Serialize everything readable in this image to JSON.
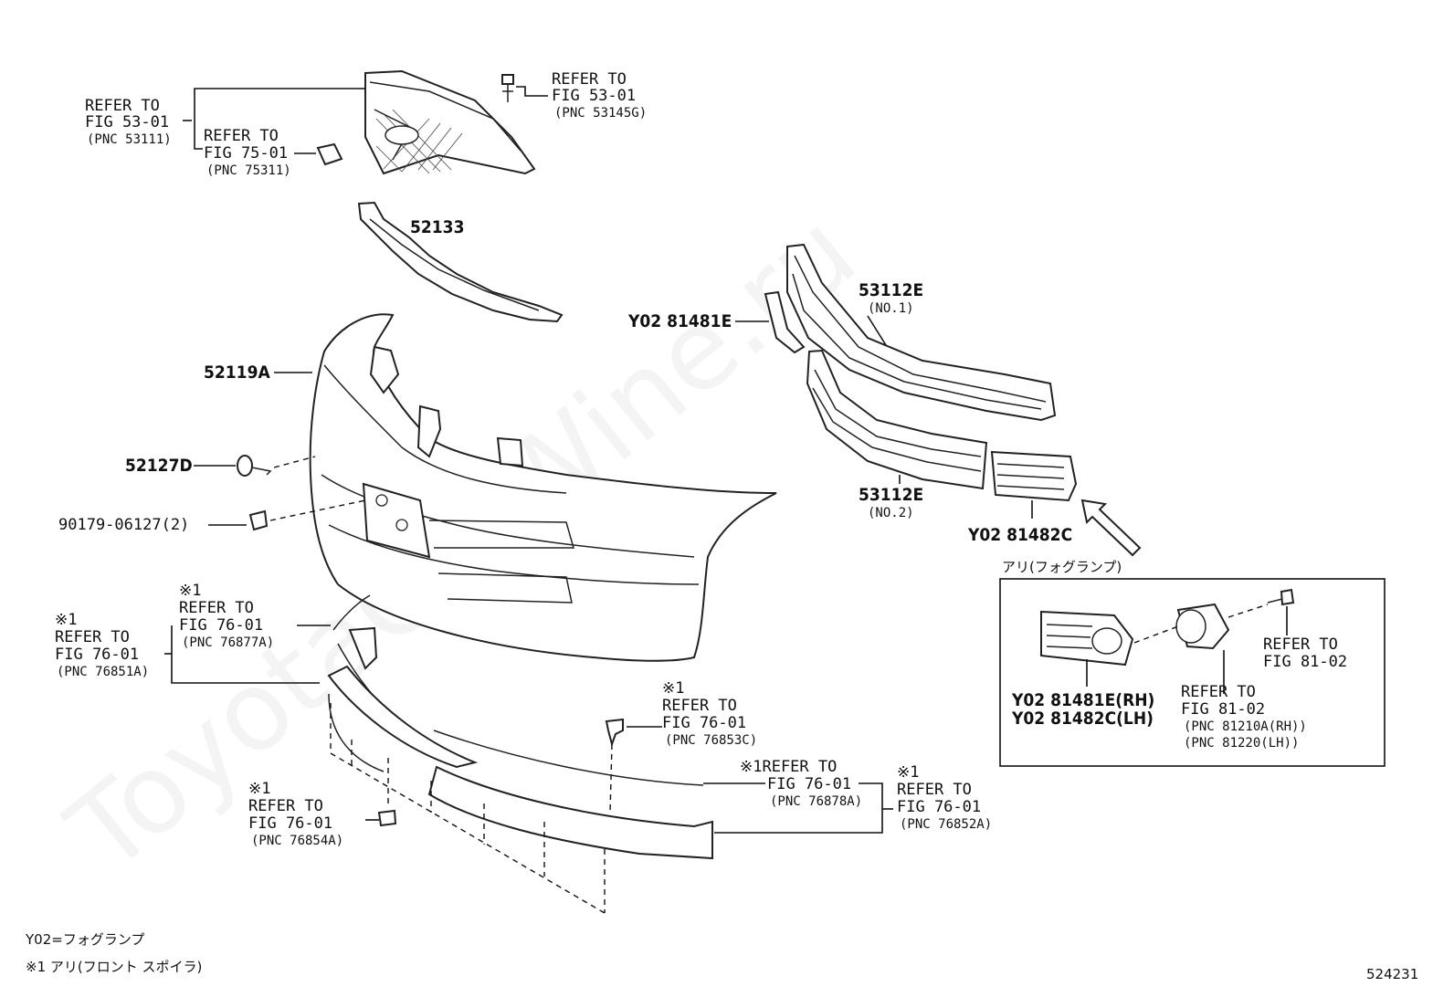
{
  "watermark": "ToyotaCarWine.ru",
  "figure_number": "524231",
  "legend": {
    "y02": "Y02=フォグランプ",
    "note1": "※1 アリ(フロント スポイラ)"
  },
  "callouts": {
    "c1": {
      "l1": "REFER TO",
      "l2": "FIG 53-01",
      "l3": "(PNC 53111)"
    },
    "c2": {
      "l1": "REFER TO",
      "l2": "FIG 75-01",
      "l3": "(PNC 75311)"
    },
    "c3": {
      "l1": "REFER TO",
      "l2": "FIG 53-01",
      "l3": "(PNC 53145G)"
    },
    "c4": {
      "l0": "※1",
      "l1": "REFER TO",
      "l2": "FIG 76-01",
      "l3": "(PNC 76877A)"
    },
    "c5": {
      "l0": "※1",
      "l1": "REFER TO",
      "l2": "FIG 76-01",
      "l3": "(PNC 76851A)"
    },
    "c6": {
      "l0": "※1",
      "l1": "REFER TO",
      "l2": "FIG 76-01",
      "l3": "(PNC 76853C)"
    },
    "c7": {
      "l1": "※1REFER TO",
      "l2": "FIG 76-01",
      "l3": "(PNC 76878A)"
    },
    "c8": {
      "l0": "※1",
      "l1": "REFER TO",
      "l2": "FIG 76-01",
      "l3": "(PNC 76852A)"
    },
    "c9": {
      "l0": "※1",
      "l1": "REFER TO",
      "l2": "FIG 76-01",
      "l3": "(PNC 76854A)"
    },
    "c10": {
      "l1": "REFER TO",
      "l2": "FIG 81-02"
    },
    "c11": {
      "l1": "REFER TO",
      "l2": "FIG 81-02",
      "l3": "(PNC 81210A(RH))",
      "l4": "(PNC 81220(LH))"
    }
  },
  "parts": {
    "p52133": "52133",
    "p52119A": "52119A",
    "p52127D": "52127D",
    "p90179": "90179-06127(2)",
    "p53112E_1": "53112E",
    "p53112E_1_note": "(NO.1)",
    "p53112E_2": "53112E",
    "p53112E_2_note": "(NO.2)",
    "p81481E": "Y02 81481E",
    "p81482C": "Y02 81482C",
    "inset_rh": "Y02 81481E(RH)",
    "inset_lh": "Y02 81482C(LH)"
  },
  "inset_title": "アリ(フォグランプ)"
}
